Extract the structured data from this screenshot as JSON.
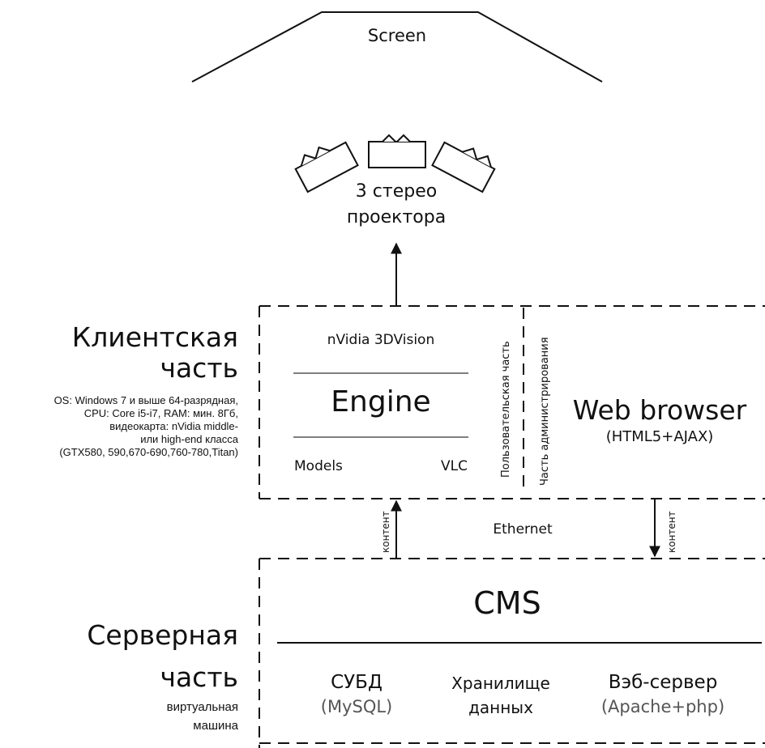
{
  "screen": {
    "label": "Screen"
  },
  "projectors": {
    "label_line1": "3 стерео",
    "label_line2": "проектора"
  },
  "client": {
    "title_line1": "Клиентская",
    "title_line2": "часть",
    "specs": [
      "OS: Windows 7 и выше 64-разрядная,",
      "CPU: Core i5-i7, RAM: мин. 8Гб,",
      "видеокарта: nVidia middle-",
      "или high-end класса",
      "(GTX580, 590,670-690,760-780,Titan)"
    ],
    "nvidia": "nVidia 3DVision",
    "engine": "Engine",
    "models": "Models",
    "vlc": "VLC",
    "user_part": "Пользовательская часть",
    "admin_part": "Часть администрирования",
    "browser_title": "Web browser",
    "browser_sub": "(HTML5+AJAX)"
  },
  "network": {
    "ethernet": "Ethernet",
    "content_left": "контент",
    "content_right": "контент"
  },
  "server": {
    "title_line1": "Серверная",
    "title_line2": "часть",
    "vm_line1": "виртуальная",
    "vm_line2": "машина",
    "cms": "CMS",
    "dbms": "СУБД",
    "dbms_sub": "(MySQL)",
    "storage_line1": "Хранилище",
    "storage_line2": "данных",
    "webserver": "Вэб-сервер",
    "webserver_sub": "(Apache+php)"
  }
}
